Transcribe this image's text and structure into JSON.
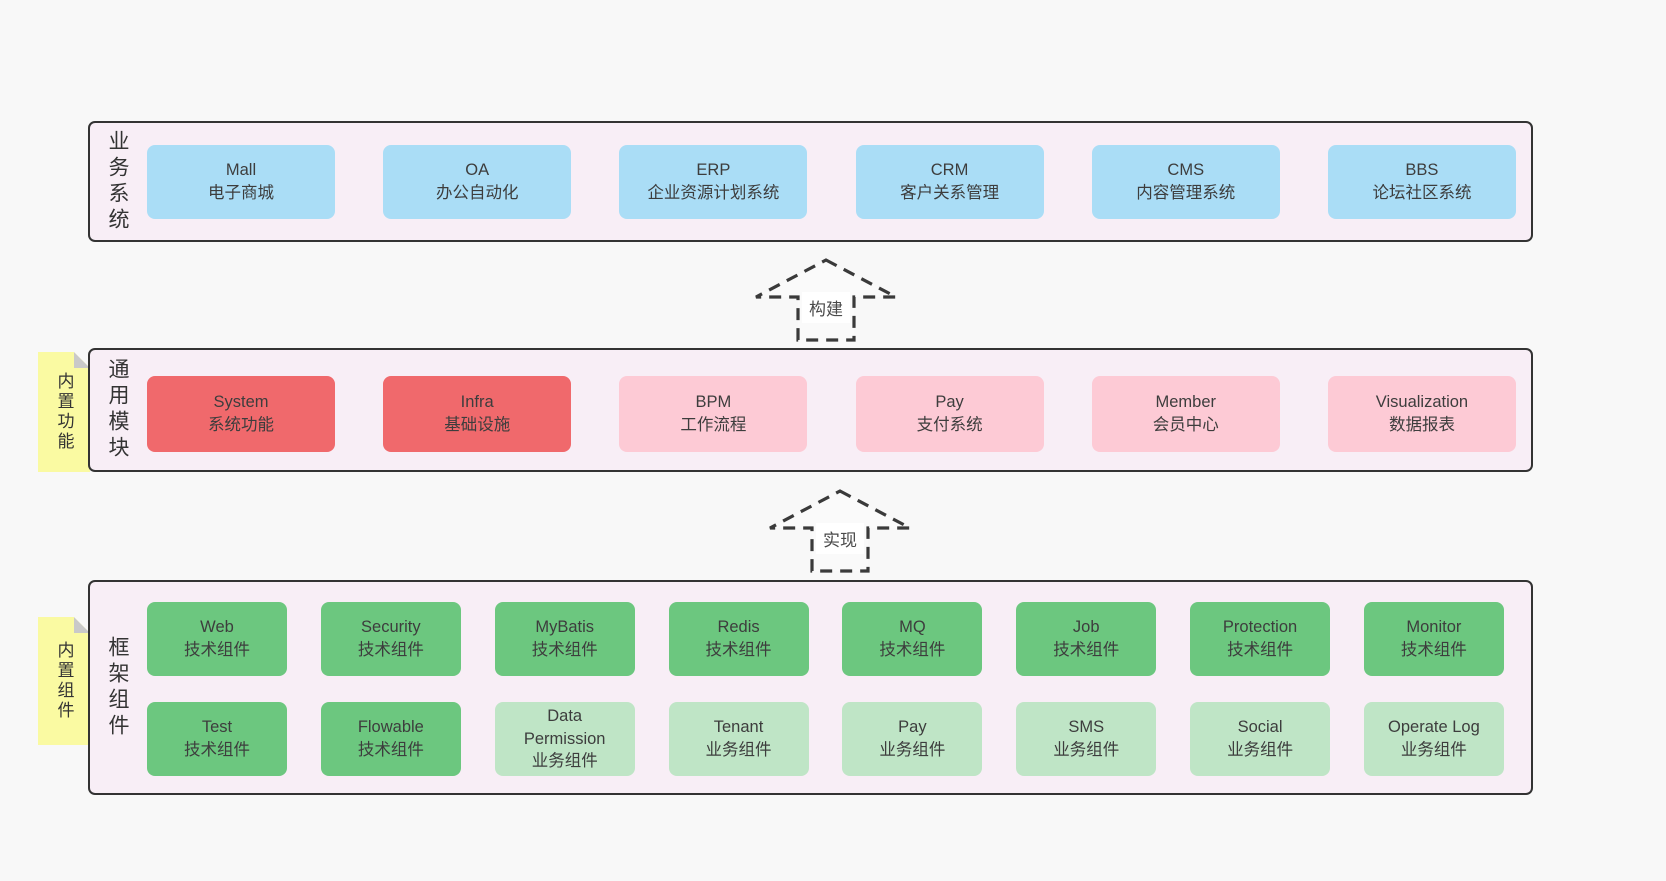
{
  "colors": {
    "page_bg": "#f8f8f8",
    "panel_bg": "#f8eef6",
    "panel_border": "#333333",
    "blue_box": "#aaddf6",
    "red_box": "#f0696c",
    "pink_box": "#fdcad5",
    "green_dark_box": "#6cc77f",
    "green_light_box": "#bfe5c6",
    "sticky_bg": "#fafaa2",
    "sticky_fold": "#c9c9c9",
    "text": "#3d3d3d"
  },
  "arrows": [
    {
      "label": "构建"
    },
    {
      "label": "实现"
    }
  ],
  "sections": {
    "business": {
      "label": "业务系统",
      "boxes": [
        {
          "title": "Mall",
          "subtitle": "电子商城"
        },
        {
          "title": "OA",
          "subtitle": "办公自动化"
        },
        {
          "title": "ERP",
          "subtitle": "企业资源计划系统"
        },
        {
          "title": "CRM",
          "subtitle": "客户关系管理"
        },
        {
          "title": "CMS",
          "subtitle": "内容管理系统"
        },
        {
          "title": "BBS",
          "subtitle": "论坛社区系统"
        }
      ]
    },
    "modules": {
      "label": "通用模块",
      "sticky": "内置功能",
      "boxes": [
        {
          "title": "System",
          "subtitle": "系统功能"
        },
        {
          "title": "Infra",
          "subtitle": "基础设施"
        },
        {
          "title": "BPM",
          "subtitle": "工作流程"
        },
        {
          "title": "Pay",
          "subtitle": "支付系统"
        },
        {
          "title": "Member",
          "subtitle": "会员中心"
        },
        {
          "title": "Visualization",
          "subtitle": "数据报表"
        }
      ]
    },
    "components": {
      "label": "框架组件",
      "sticky": "内置组件",
      "row1": [
        {
          "title": "Web",
          "subtitle": "技术组件"
        },
        {
          "title": "Security",
          "subtitle": "技术组件"
        },
        {
          "title": "MyBatis",
          "subtitle": "技术组件"
        },
        {
          "title": "Redis",
          "subtitle": "技术组件"
        },
        {
          "title": "MQ",
          "subtitle": "技术组件"
        },
        {
          "title": "Job",
          "subtitle": "技术组件"
        },
        {
          "title": "Protection",
          "subtitle": "技术组件"
        },
        {
          "title": "Monitor",
          "subtitle": "技术组件"
        }
      ],
      "row2": [
        {
          "title": "Test",
          "subtitle": "技术组件"
        },
        {
          "title": "Flowable",
          "subtitle": "技术组件"
        },
        {
          "title": "Data Permission",
          "subtitle": "业务组件"
        },
        {
          "title": "Tenant",
          "subtitle": "业务组件"
        },
        {
          "title": "Pay",
          "subtitle": "业务组件"
        },
        {
          "title": "SMS",
          "subtitle": "业务组件"
        },
        {
          "title": "Social",
          "subtitle": "业务组件"
        },
        {
          "title": "Operate Log",
          "subtitle": "业务组件"
        }
      ]
    }
  }
}
